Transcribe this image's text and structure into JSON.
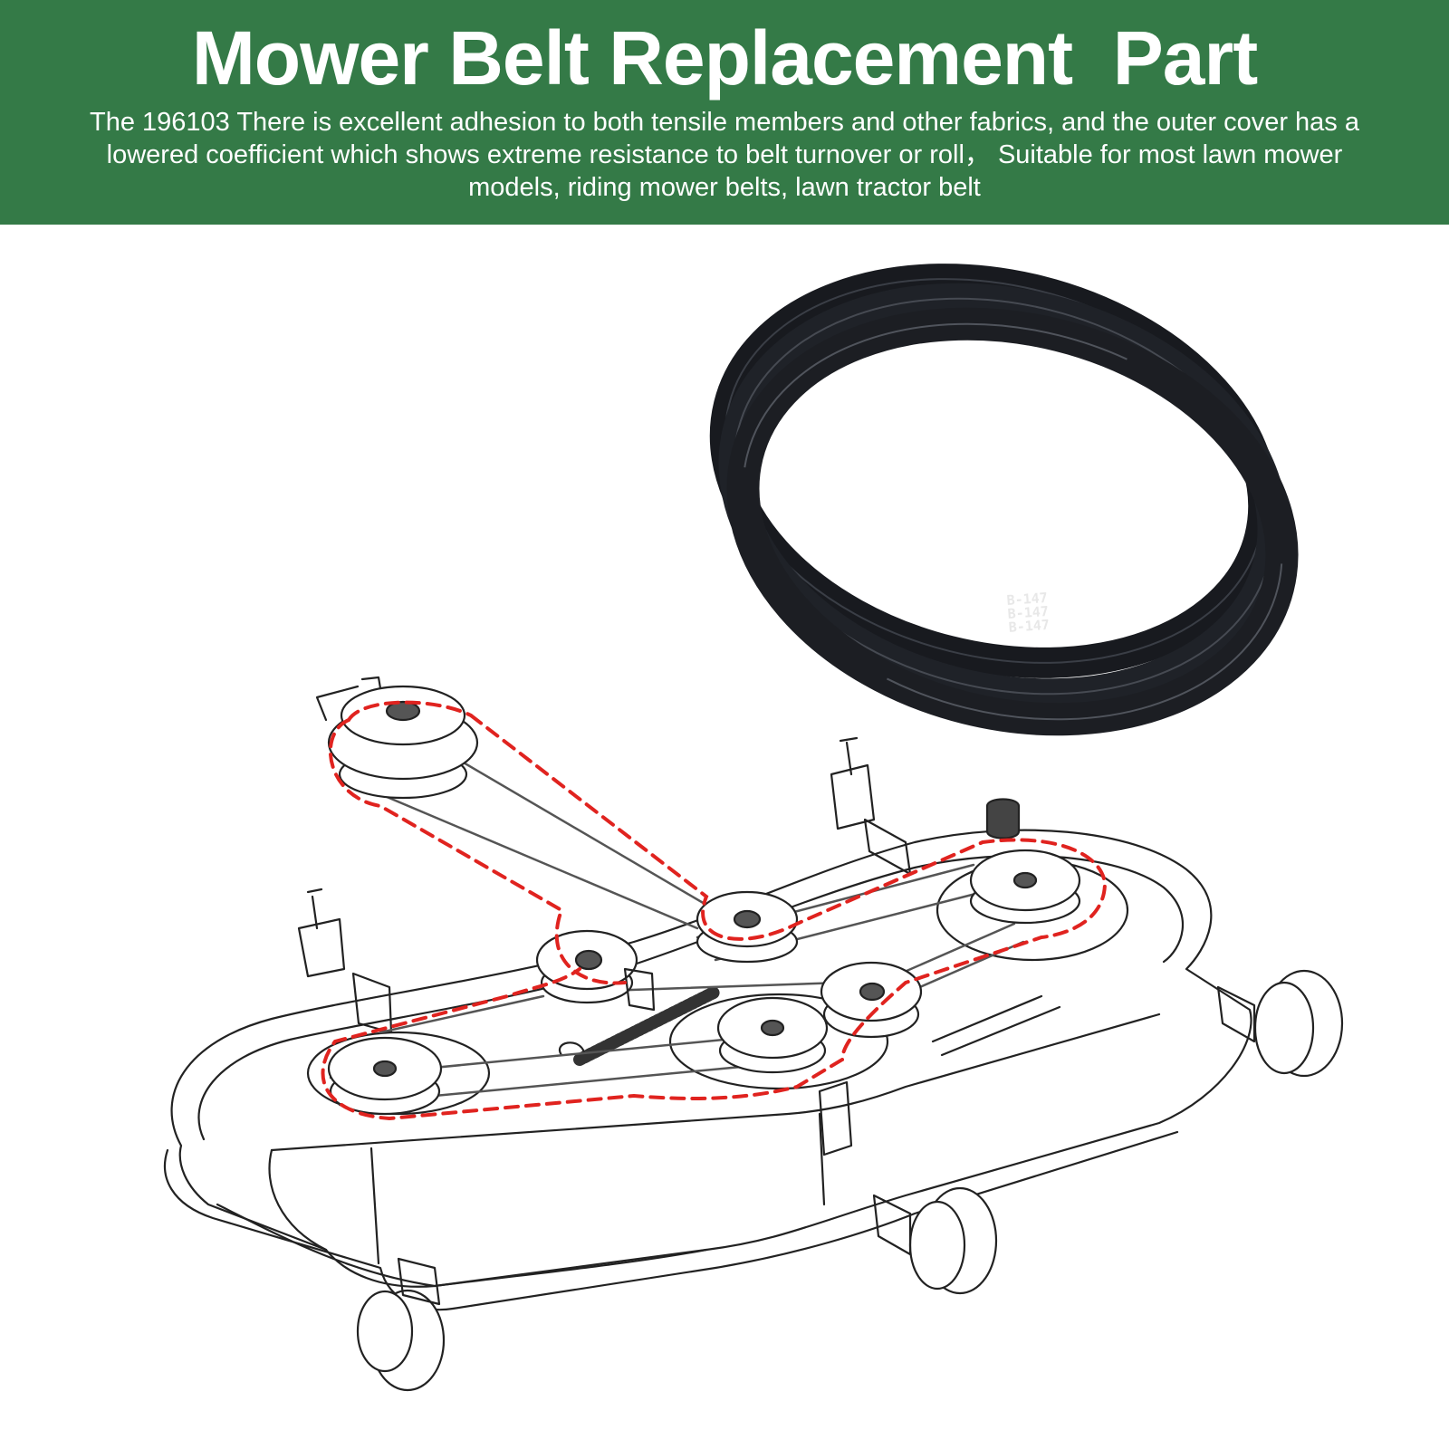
{
  "header": {
    "title": "Mower Belt Replacement  Part",
    "description": "The 196103  There is excellent adhesion to both tensile members and other fabrics, and the outer cover has a\nlowered coefficient which shows extreme resistance to belt turnover or roll，  Suitable for most lawn mower\nmodels, riding mower belts, lawn tractor belt"
  },
  "belt": {
    "markings": [
      "B-147",
      "B-147",
      "B-147"
    ]
  },
  "colors": {
    "banner_background": "#347a47",
    "banner_text": "#ffffff",
    "belt": "#1c1e23",
    "belt_route_dashes": "#e0231f",
    "drawing_lines": "#222222"
  },
  "icons": {
    "belt_photo": "v-belt-coil",
    "deck_drawing": "mower-deck-line-drawing"
  }
}
